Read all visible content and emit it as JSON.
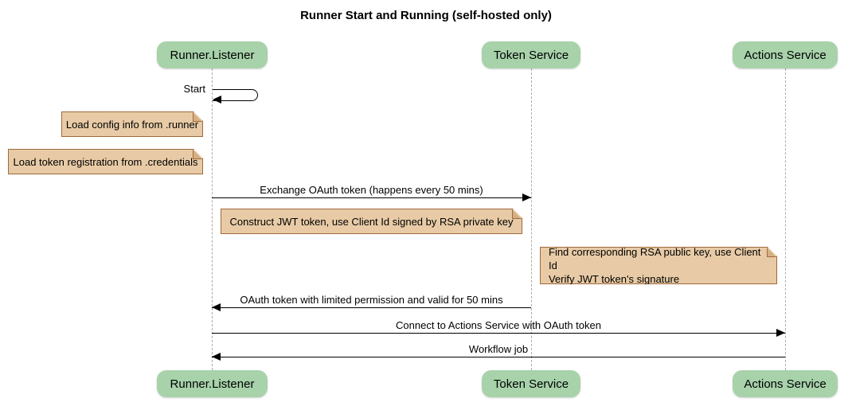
{
  "title": "Runner Start and Running (self-hosted only)",
  "participants": [
    {
      "label": "Runner.Listener"
    },
    {
      "label": "Token Service"
    },
    {
      "label": "Actions Service"
    }
  ],
  "messages": [
    {
      "label": "Start",
      "kind": "self",
      "from": "Runner.Listener",
      "to": "Runner.Listener"
    },
    {
      "label": "Exchange OAuth token (happens every 50 mins)",
      "kind": "arrow",
      "from": "Runner.Listener",
      "to": "Token Service"
    },
    {
      "label": "OAuth token with limited permission and valid for 50 mins",
      "kind": "arrow",
      "from": "Token Service",
      "to": "Runner.Listener"
    },
    {
      "label": "Connect to Actions Service with OAuth token",
      "kind": "arrow",
      "from": "Runner.Listener",
      "to": "Actions Service"
    },
    {
      "label": "Workflow job",
      "kind": "arrow",
      "from": "Actions Service",
      "to": "Runner.Listener"
    }
  ],
  "notes": [
    {
      "lines": [
        "Load config info from .runner"
      ]
    },
    {
      "lines": [
        "Load token registration from .credentials"
      ]
    },
    {
      "lines": [
        "Construct JWT token, use Client Id signed by RSA private key"
      ]
    },
    {
      "lines": [
        "Find corresponding RSA public key, use Client Id",
        "Verify JWT token's signature"
      ]
    }
  ],
  "colors": {
    "participant_fill": "#A7D2AA",
    "note_fill": "#E8CBA6",
    "note_border": "#A0693C",
    "note_fold": "#D6B084",
    "lifeline": "#ABABAB",
    "arrow": "#000000",
    "background": "#FFFFFF"
  }
}
